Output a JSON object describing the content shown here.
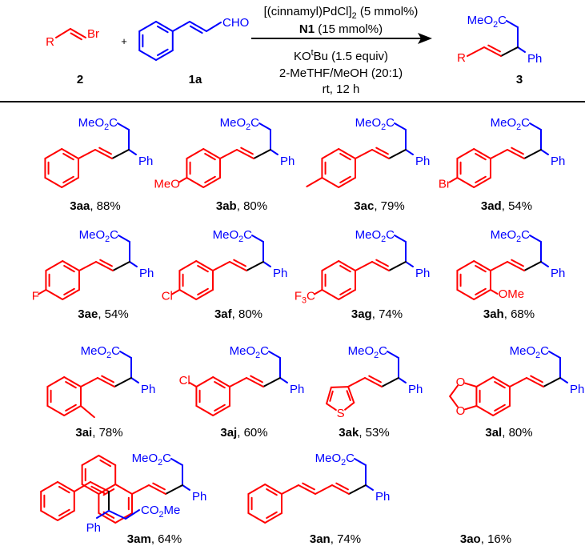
{
  "scheme": {
    "reactant_2": {
      "R": "R",
      "Br": "Br",
      "label": "2"
    },
    "plus": "+",
    "reactant_1a": {
      "CHO": "CHO",
      "label": "1a"
    },
    "conditions": {
      "catalyst": "[(cinnamyl)PdCl]",
      "catalyst_sub": "2",
      "catalyst_amount": " (5 mmol%)",
      "ligand": "N1",
      "ligand_amount": " (15 mmol%)",
      "base_a": "KO",
      "base_sup": "t",
      "base_b": "Bu (1.5 equiv)",
      "solvent": "2-MeTHF/MeOH (20:1)",
      "time": "rt, 12 h"
    },
    "product_3": {
      "R": "R",
      "label": "3"
    }
  },
  "atoms": {
    "ester_a": "MeO",
    "ester_sub": "2",
    "ester_b": "C",
    "Ph": "Ph",
    "ester_rev_a": "CO",
    "ester_rev_sub": "2",
    "ester_rev_b": "Me"
  },
  "label_separator": ", ",
  "compounds": [
    {
      "id": "3aa",
      "yield": "88%"
    },
    {
      "id": "3ab",
      "yield": "80%",
      "substituent": {
        "a": "MeO"
      }
    },
    {
      "id": "3ac",
      "yield": "79%"
    },
    {
      "id": "3ad",
      "yield": "54%",
      "substituent": {
        "a": "Br"
      }
    },
    {
      "id": "3ae",
      "yield": "54%",
      "substituent": {
        "a": "F"
      }
    },
    {
      "id": "3af",
      "yield": "80%",
      "substituent": {
        "a": "Cl"
      }
    },
    {
      "id": "3ag",
      "yield": "74%",
      "substituent": {
        "a": "F",
        "sub": "3",
        "b": "C"
      }
    },
    {
      "id": "3ah",
      "yield": "68%",
      "substituent": {
        "a": "OMe"
      }
    },
    {
      "id": "3ai",
      "yield": "78%"
    },
    {
      "id": "3aj",
      "yield": "60%",
      "substituent": {
        "a": "Cl"
      }
    },
    {
      "id": "3ak",
      "yield": "53%",
      "substituent": {
        "a": "S"
      }
    },
    {
      "id": "3al",
      "yield": "80%",
      "substituent": {
        "a": "O",
        "a2": "O"
      }
    },
    {
      "id": "3am",
      "yield": "64%"
    },
    {
      "id": "3an",
      "yield": "74%"
    },
    {
      "id": "3ao",
      "yield": "16%"
    }
  ],
  "colors": {
    "aryl": "#ff0000",
    "core": "#0000ff",
    "bond": "#000000"
  }
}
